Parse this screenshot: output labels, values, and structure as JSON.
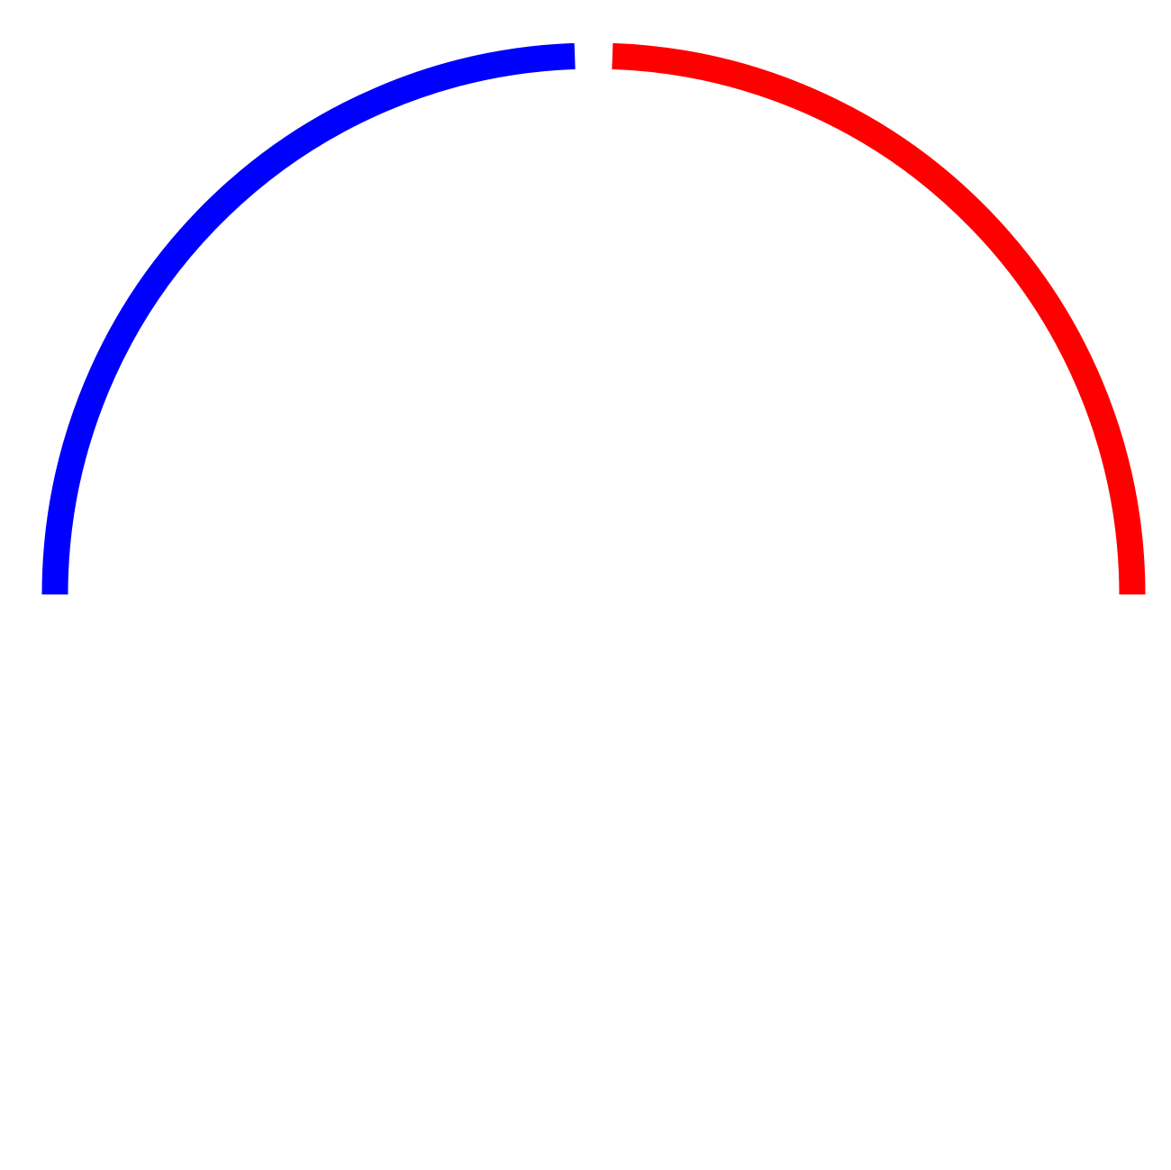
{
  "diagram": {
    "background": "#ffffff",
    "arcs": [
      {
        "id": "arc-left",
        "color": "#0000ff",
        "from_deg": 180,
        "to_deg": 92
      },
      {
        "id": "arc-right",
        "color": "#ff0000",
        "from_deg": 88,
        "to_deg": 0
      }
    ]
  }
}
